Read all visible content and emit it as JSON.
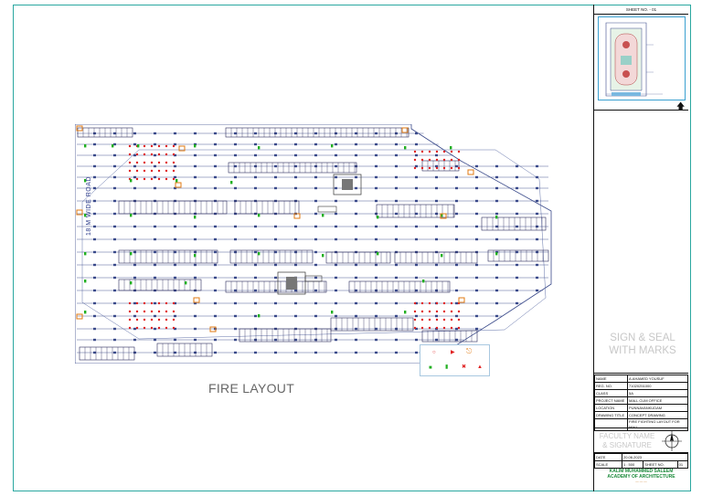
{
  "sheet": {
    "sheet_no_label": "SHEET NO. - 01",
    "drawing_title": "FIRE LAYOUT",
    "road_label": "18 M WIDE ROAD"
  },
  "title_block": {
    "seal_line1": "SIGN & SEAL",
    "seal_line2": "WITH MARKS",
    "faculty_line1": "FACULTY NAME",
    "faculty_line2": "& SIGNATURE",
    "info_rows": [
      {
        "key": "NAME",
        "value": "A.AHAMED YOUSUF"
      },
      {
        "key": "REG. NO.",
        "value": "71020251000"
      },
      {
        "key": "CLASS",
        "value": "5A"
      },
      {
        "key": "PROJECT NAME",
        "value": "MALL CUM OFFICE"
      },
      {
        "key": "LOCATION",
        "value": "PUNNAVANKUDAM"
      },
      {
        "key": "DRAWING TITLE",
        "value": "CONCEPT DRAWING"
      }
    ],
    "drawing_subtitle": "FIRE FIGHTING LAYOUT FOR MALL",
    "date_label": "DATE",
    "date_value": "20.06.2023",
    "scale_label": "SCALE",
    "scale_value": "1 : 500",
    "sheet_no_short_label": "SHEET NO.",
    "sheet_no_value": "01",
    "academy_line1": "KALIM MUHAMMED SALEEM",
    "academy_line2": "ACADEMY OF ARCHITECTURE"
  },
  "colors": {
    "border": "#2aa7a0",
    "plan_line": "#3a4a8a",
    "shops": "#2a2a5a",
    "sprinkler": "#e02020",
    "extinguisher": "#22b022",
    "hose_reel": "#e07a10"
  }
}
